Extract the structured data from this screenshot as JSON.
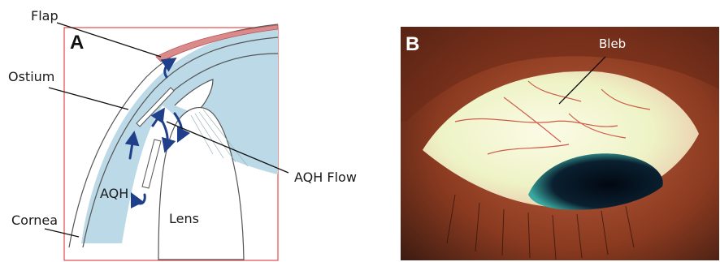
{
  "panel_a": {
    "panel_label": "A",
    "labels": {
      "flap": "Flap",
      "ostium": "Ostium",
      "aqh_flow": "AQH Flow",
      "aqh": "AQH",
      "lens": "Lens",
      "cornea": "Cornea"
    },
    "colors": {
      "frame": "#e24a4a",
      "aqueous": "#bcd9e7",
      "flap": "#d98a8a",
      "arrow": "#1f3f8a"
    }
  },
  "panel_b": {
    "panel_label": "B",
    "labels": {
      "bleb": "Bleb"
    },
    "colors": {
      "sclera": "#f3f5d8",
      "skin": "#9a4a2a",
      "pupil": "#06121f"
    }
  }
}
